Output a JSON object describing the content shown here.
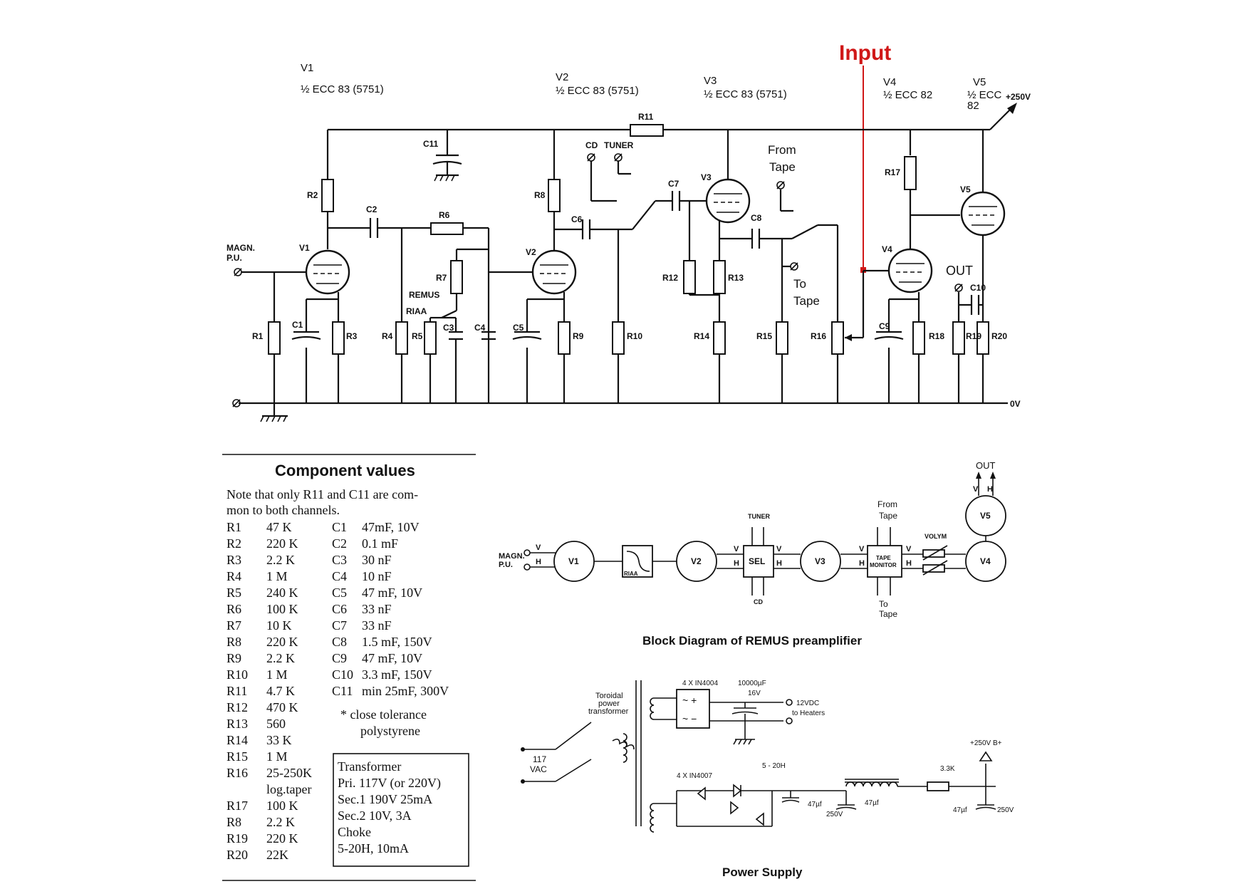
{
  "annotation": {
    "input_label": "Input",
    "color": "#d01818"
  },
  "schematic": {
    "tube_headers": [
      {
        "name": "V1",
        "type": "½ ECC 83 (5751)"
      },
      {
        "name": "V2",
        "type": "½ ECC 83 (5751)"
      },
      {
        "name": "V3",
        "type": "½ ECC 83 (5751)"
      },
      {
        "name": "V4",
        "type": "½ ECC 82"
      },
      {
        "name": "V5",
        "type_line1": "½ ECC",
        "type_line2": "82"
      }
    ],
    "supply_label": "+250V",
    "ground_label": "0V",
    "input_label": [
      "MAGN.",
      "P.U."
    ],
    "remus_label": "REMUS",
    "riaa_label": "RIAA",
    "cd_label": "CD",
    "tuner_label": "TUNER",
    "from_tape": [
      "From",
      "Tape"
    ],
    "to_tape": [
      "To",
      "Tape"
    ],
    "out_label": "OUT",
    "tube_labels": [
      "V1",
      "V2",
      "V3",
      "V4",
      "V5"
    ],
    "resistors": [
      "R1",
      "R2",
      "R3",
      "R4",
      "R5",
      "R6",
      "R7",
      "R8",
      "R9",
      "R10",
      "R11",
      "R12",
      "R13",
      "R14",
      "R15",
      "R16",
      "R17",
      "R18",
      "R19",
      "R20"
    ],
    "capacitors": [
      "C1",
      "C2",
      "C3",
      "C4",
      "C5",
      "C6",
      "C7",
      "C8",
      "C9",
      "C10",
      "C11"
    ]
  },
  "components": {
    "title": "Component values",
    "note_line1": "Note that only R11 and C11 are com-",
    "note_line2": "mon to both channels.",
    "resistors": [
      [
        "R1",
        "47 K"
      ],
      [
        "R2",
        "220 K"
      ],
      [
        "R3",
        "2.2 K"
      ],
      [
        "R4",
        "1 M"
      ],
      [
        "R5",
        "240 K"
      ],
      [
        "R6",
        "100 K"
      ],
      [
        "R7",
        "10 K"
      ],
      [
        "R8",
        "220 K"
      ],
      [
        "R9",
        "2.2 K"
      ],
      [
        "R10",
        "1 M"
      ],
      [
        "R11",
        "4.7 K"
      ],
      [
        "R12",
        "470 K"
      ],
      [
        "R13",
        "560"
      ],
      [
        "R14",
        "33 K"
      ],
      [
        "R15",
        "1 M"
      ],
      [
        "R16",
        "25-250K"
      ],
      [
        "",
        "log.taper"
      ],
      [
        "R17",
        "100 K"
      ],
      [
        "R8",
        "2.2 K"
      ],
      [
        "R19",
        "220 K"
      ],
      [
        "R20",
        "22K"
      ]
    ],
    "capacitors": [
      [
        "C1",
        "47mF, 10V"
      ],
      [
        "C2",
        "0.1 mF"
      ],
      [
        "C3",
        "30 nF"
      ],
      [
        "C4",
        "10 nF"
      ],
      [
        "C5",
        "47 mF, 10V"
      ],
      [
        "C6",
        "33 nF"
      ],
      [
        "C7",
        "33 nF"
      ],
      [
        "C8",
        "1.5 mF, 150V"
      ],
      [
        "C9",
        "47 mF, 10V"
      ],
      [
        "C10",
        "3.3 mF, 150V"
      ],
      [
        "C11",
        "min 25mF, 300V"
      ]
    ],
    "footnote_line1": "* close tolerance",
    "footnote_line2": "polystyrene",
    "transformer": [
      "Transformer",
      "Pri. 117V (or 220V)",
      "Sec.1 190V 25mA",
      "Sec.2  10V, 3A",
      "Choke",
      "5-20H, 10mA"
    ]
  },
  "block_diagram": {
    "title": "Block Diagram of REMUS preamplifier",
    "input": [
      "MAGN.",
      "P.U."
    ],
    "v1": "V1",
    "riaa": "RIAA",
    "v2": "V2",
    "sel": "SEL",
    "tuner": "TUNER",
    "cd": "CD",
    "v3": "V3",
    "tape_monitor": [
      "TAPE",
      "MONITOR"
    ],
    "from_tape": [
      "From",
      "Tape"
    ],
    "to_tape": [
      "To",
      "Tape"
    ],
    "volym": "VOLYM",
    "v4": "V4",
    "v5": "V5",
    "out": "OUT",
    "v": "V",
    "h": "H"
  },
  "power_supply": {
    "title": "Power Supply",
    "toroidal": [
      "Toroidal",
      "power",
      "transformer"
    ],
    "mains": [
      "117",
      "VAC"
    ],
    "rect_top": "4 X IN4004",
    "cap_top": [
      "10000µF",
      "16V"
    ],
    "heaters": [
      "12VDC",
      "to Heaters"
    ],
    "rect_bottom": "4 X IN4007",
    "choke": "5 - 20H",
    "res": "3.3K",
    "bplus": "+250V B+",
    "caps": [
      "47µf",
      "250V",
      "47µf",
      "47µf",
      "250V"
    ]
  }
}
